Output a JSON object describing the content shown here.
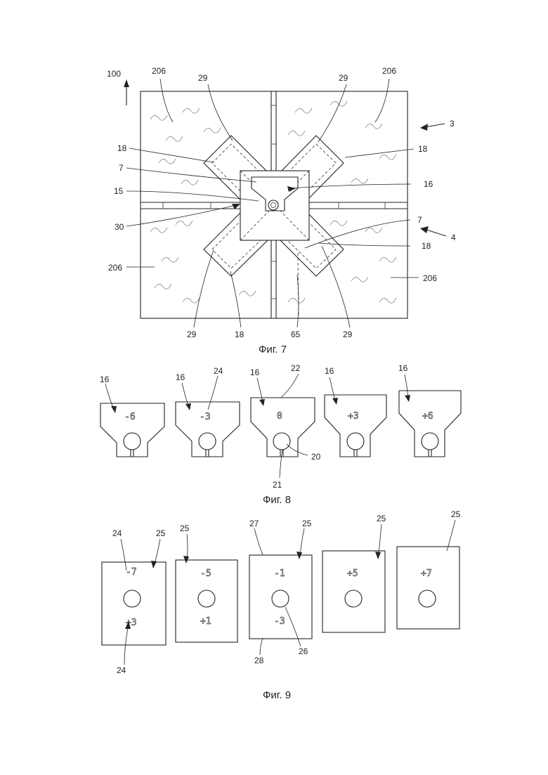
{
  "fig7": {
    "caption": "Фиг. 7",
    "labels": {
      "n100": "100",
      "n206_tl": "206",
      "n29_tl": "29",
      "n29_tr": "29",
      "n206_tr": "206",
      "n3": "3",
      "n18_tl": "18",
      "n18_tr": "18",
      "n7_l": "7",
      "n16": "16",
      "n15": "15",
      "n7_r": "7",
      "n30": "30",
      "n4": "4",
      "n18_r": "18",
      "n206_bl": "206",
      "n206_br": "206",
      "n29_bl": "29",
      "n18_b": "18",
      "n65": "65",
      "n29_br": "29"
    }
  },
  "fig8": {
    "caption": "Фиг. 8",
    "plates": [
      {
        "ref": "16",
        "mark": "-6"
      },
      {
        "ref": "16",
        "mark": "-3"
      },
      {
        "ref": "16",
        "mark": "0"
      },
      {
        "ref": "16",
        "mark": "+3"
      },
      {
        "ref": "16",
        "mark": "+6"
      }
    ],
    "labels": {
      "n24": "24",
      "n22": "22",
      "n20": "20",
      "n21": "21"
    }
  },
  "fig9": {
    "caption": "Фиг. 9",
    "plates": [
      {
        "ref": "25",
        "mark_top": "-7",
        "mark_bottom": "+3"
      },
      {
        "ref": "25",
        "mark_top": "-5",
        "mark_bottom": "+1"
      },
      {
        "ref": "25",
        "mark_top": "-1",
        "mark_bottom": "-3"
      },
      {
        "ref": "25",
        "mark_top": "+5",
        "mark_bottom": ""
      },
      {
        "ref": "25",
        "mark_top": "+7",
        "mark_bottom": ""
      }
    ],
    "labels": {
      "n24_top": "24",
      "n24_bottom": "24",
      "n27": "27",
      "n28": "28",
      "n26": "26"
    }
  }
}
